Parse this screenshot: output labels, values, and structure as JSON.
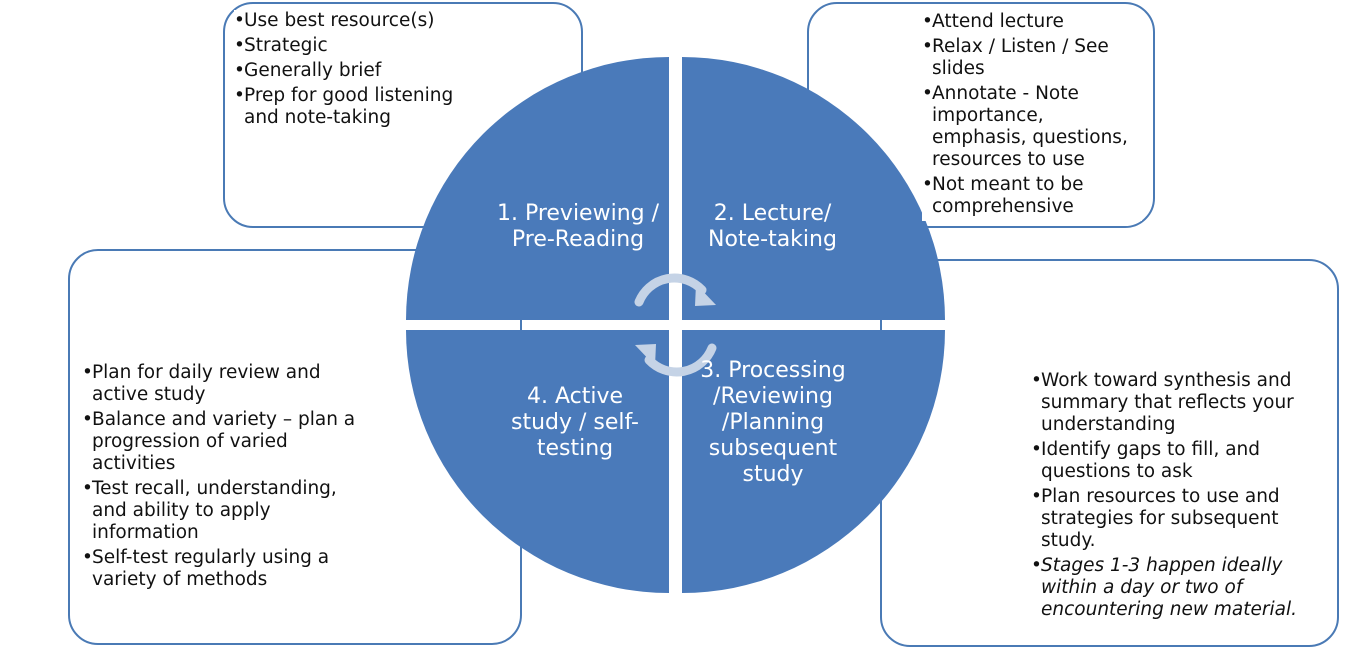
{
  "quadrants": {
    "q1": {
      "label": "1. Previewing / Pre-Reading"
    },
    "q2": {
      "label": "2. Lecture/ Note-taking"
    },
    "q3": {
      "label": "3. Processing /Reviewing /Planning subsequent study"
    },
    "q4": {
      "label": "4. Active study / self-testing"
    }
  },
  "notes": {
    "top_left": [
      "Use best resource(s)",
      "Strategic",
      "Generally brief",
      "Prep for good listening and note-taking"
    ],
    "top_right": [
      "Attend lecture",
      "Relax / Listen / See slides",
      "Annotate - Note importance, emphasis, questions, resources to use",
      "Not meant to be comprehensive"
    ],
    "bottom_left": [
      "Plan for daily review and active study",
      "Balance and variety – plan a progression of varied activities",
      "Test recall, understanding, and ability to apply information",
      "Self-test regularly using a variety of methods"
    ],
    "bottom_right": [
      "Work toward synthesis and summary that reflects your understanding",
      "Identify gaps to fill, and questions to ask",
      "Plan resources to use and strategies for subsequent study.",
      "Stages 1-3 happen ideally within a day or two of encountering new material."
    ]
  },
  "colors": {
    "quadrant_fill": "#4a7aba",
    "box_border": "#4a7ab5",
    "arrow": "#c5d3e6",
    "text": "#111111"
  },
  "icons": {
    "cycle": "circular-arrows-icon"
  }
}
